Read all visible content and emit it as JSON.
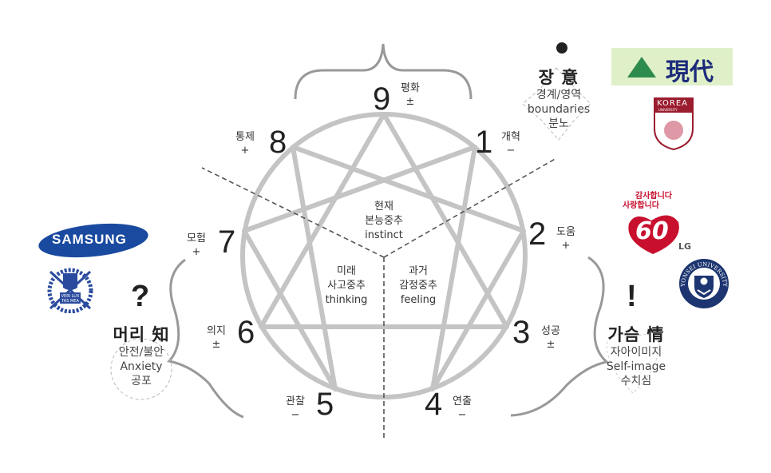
{
  "points": [
    {
      "number": "9",
      "name": "평화",
      "sign": "±"
    },
    {
      "number": "1",
      "name": "개혁",
      "sign": "−"
    },
    {
      "number": "2",
      "name": "도움",
      "sign": "+"
    },
    {
      "number": "3",
      "name": "성공",
      "sign": "±"
    },
    {
      "number": "4",
      "name": "연출",
      "sign": "−"
    },
    {
      "number": "5",
      "name": "관찰",
      "sign": "−"
    },
    {
      "number": "6",
      "name": "의지",
      "sign": "±"
    },
    {
      "number": "7",
      "name": "모험",
      "sign": "+"
    },
    {
      "number": "8",
      "name": "통제",
      "sign": "+"
    }
  ],
  "centers": {
    "instinct": {
      "time": "현재",
      "name": "본능중추",
      "en": "instinct"
    },
    "thinking": {
      "time": "미래",
      "name": "사고중추",
      "en": "thinking"
    },
    "feeling": {
      "time": "과거",
      "name": "감정중추",
      "en": "feeling"
    }
  },
  "groups": {
    "gut": {
      "mark": "●",
      "title": "장 意",
      "line1": "경계/영역",
      "line2": "boundaries",
      "line3": "분노"
    },
    "head": {
      "mark": "?",
      "title": "머리 知",
      "line1": "안전/불안",
      "line2": "Anxiety",
      "line3": "공포"
    },
    "heart": {
      "mark": "!",
      "title": "가슴 情",
      "line1": "자아이미지",
      "line2": "Self-image",
      "line3": "수치심"
    }
  },
  "logos": {
    "hyundai": "現代",
    "korea_univ": "KOREA",
    "korea_univ_sub": "UNIVERSITY",
    "lg_line1": "감사합니다",
    "lg_line2": "사랑합니다",
    "lg_num": "60",
    "lg": "LG",
    "samsung": "SAMSUNG",
    "snu": "VERI LUX TAS MEA",
    "yonsei": "YONSEI UNIVERSITY"
  },
  "colors": {
    "line": "#c4c4c4",
    "dash": "#555555",
    "brace": "#999999",
    "samsung": "#1a4aa0",
    "hyundai_bg": "#dff0c8",
    "hyundai_text": "#1c2a7a",
    "korea": "#9b1c2e",
    "lg": "#c8102e",
    "yonsei": "#1d3570"
  }
}
